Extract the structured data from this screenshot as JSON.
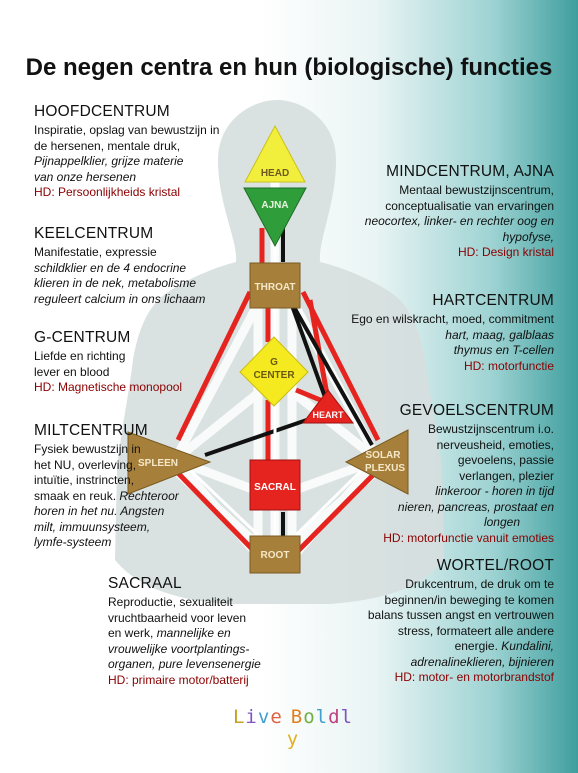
{
  "title": "De negen centra en hun (biologische) functies",
  "centers_labels": {
    "head": "HEAD",
    "ajna": "AJNA",
    "throat": "THROAT",
    "g_line1": "G",
    "g_line2": "CENTER",
    "heart": "HEART",
    "spleen": "SPLEEN",
    "sacral": "SACRAL",
    "solar_line1": "SOLAR",
    "solar_line2": "PLEXUS",
    "root": "ROOT"
  },
  "hoofd": {
    "heading": "HOOFDCENTRUM",
    "l1": "Inspiratie, opslag van bewustzijn in",
    "l2": "de hersenen, mentale druk,",
    "i1": "Pijnappelklier, grijze materie",
    "i2": "van onze hersenen",
    "hd": "HD: Persoonlijkheids kristal"
  },
  "keel": {
    "heading": "KEELCENTRUM",
    "l1": "Manifestatie, expressie",
    "i1": "schildklier en de 4 endocrine",
    "i2": "klieren in de nek,  metabolisme",
    "i3": "reguleert calcium in ons lichaam"
  },
  "g": {
    "heading": "G-CENTRUM",
    "l1": "Liefde en richting",
    "l2": "lever en blood",
    "hd": "HD: Magnetische monopool"
  },
  "milt": {
    "heading": "MILTCENTRUM",
    "l1": "Fysiek bewustzijn in",
    "l2": "het NU, overleving,",
    "l3": "intuïtie, instrincten,",
    "l4a": "smaak en reuk. ",
    "l4b": "Rechteroor",
    "i1": "horen in het nu. Angsten",
    "i2": "milt, immuunsysteem,",
    "i3": "lymfe-systeem"
  },
  "sacraal": {
    "heading": "SACRAAL",
    "l1": "Reproductie, sexualiteit",
    "l2": "vruchtbaarheid voor leven",
    "l3a": "en werk, ",
    "l3b": "mannelijke en",
    "i1": "vrouwelijke voortplantings-",
    "i2": "organen, pure levensenergie",
    "hd": "HD: primaire motor/batterij"
  },
  "mind": {
    "heading": "MINDCENTRUM, AJNA",
    "l1": "Mentaal bewustzijnscentrum,",
    "l2": "conceptualisatie van ervaringen",
    "i1": "neocortex, linker- en rechter oog en",
    "i2": "hypofyse,",
    "hd": "HD: Design kristal"
  },
  "hart": {
    "heading": "HARTCENTRUM",
    "l1": "Ego en wilskracht, moed, commitment",
    "i1": "hart, maag, galblaas",
    "i2": "thymus en T-cellen",
    "hd": "HD: motorfunctie"
  },
  "gevoel": {
    "heading": "GEVOELSCENTRUM",
    "l1": "Bewustzijnscentrum i.o.",
    "l2": "nerveusheid, emoties,",
    "l3": "gevoelens, passie",
    "l4": "verlangen, plezier",
    "i1": "linkeroor - horen in tijd",
    "i2": "nieren, pancreas, prostaat en",
    "i3": "longen",
    "hd": "HD: motorfunctie vanuit emoties"
  },
  "wortel": {
    "heading": "WORTEL/ROOT",
    "l1": "Drukcentrum, de druk om te",
    "l2": "beginnen/in beweging te komen",
    "l3": "balans tussen angst en vertrouwen",
    "l4": "stress, formateert alle andere",
    "l5a": "energie. ",
    "l5b": "Kundalini,",
    "i1": "adrenalineklieren, bijnieren",
    "hd": "HD: motor- en motorbrandstof"
  },
  "logo": {
    "l1": "L",
    "l2": "i",
    "l3": "v",
    "l4": "e",
    "l5": " ",
    "l6": "B",
    "l7": "o",
    "l8": "l",
    "l9": "d",
    "l10": "l",
    "l11": "y"
  },
  "colors": {
    "head": "#f2ee3c",
    "ajna": "#2f9e3a",
    "center_brown": "#a6803b",
    "g_yellow": "#f5ea20",
    "red": "#e5231f",
    "channel_black": "#111111",
    "channel_red": "#e5231f",
    "hd_text": "#8b0000"
  }
}
